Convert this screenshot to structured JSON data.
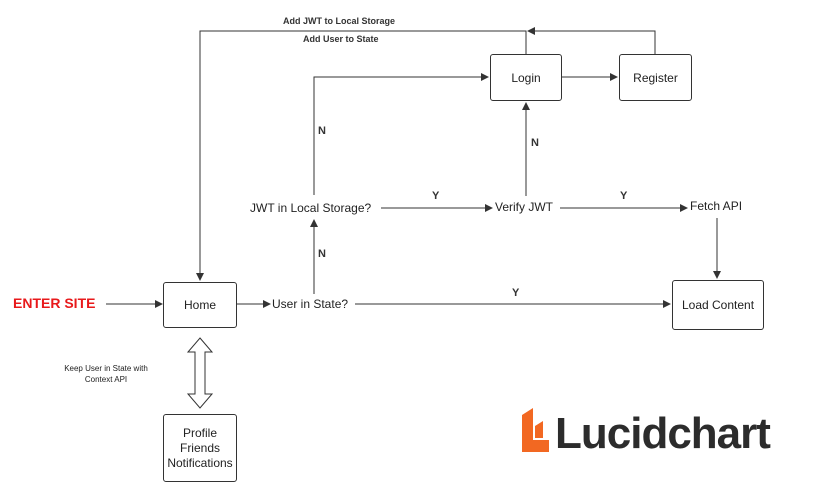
{
  "nodes": {
    "enter_site": "ENTER SITE",
    "home": "Home",
    "user_in_state": "User in State?",
    "jwt_in_local_storage": "JWT in Local Storage?",
    "verify_jwt": "Verify JWT",
    "fetch_api": "Fetch API",
    "load_content": "Load Content",
    "login": "Login",
    "register": "Register",
    "profile_box": [
      "Profile",
      "Friends",
      "Notifications"
    ]
  },
  "edge_labels": {
    "state_to_storage": "N",
    "storage_to_login": "N",
    "verify_to_login": "N",
    "storage_to_verify": "Y",
    "verify_to_fetch": "Y",
    "state_to_load": "Y",
    "login_to_home_1": "Add JWT to Local Storage",
    "login_to_home_2": "Add User to State"
  },
  "note": [
    "Keep User in State with",
    "Context API"
  ],
  "logo": {
    "word": "Lucidchart",
    "accent_color": "#f26822"
  },
  "colors": {
    "line": "#333333",
    "enter": "#e8191b"
  }
}
